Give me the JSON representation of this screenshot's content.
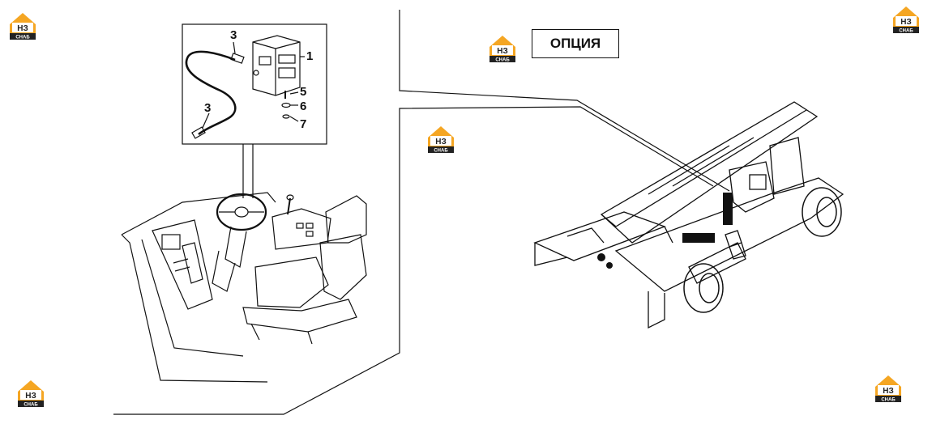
{
  "option_label": "ОПЦИЯ",
  "logo": {
    "top_text": "НЗ",
    "bottom_text": "СНАБ",
    "accent_color": "#f5a623",
    "dark_color": "#222222"
  },
  "callouts": [
    {
      "id": "c1",
      "label": "1"
    },
    {
      "id": "c3a",
      "label": "3"
    },
    {
      "id": "c3b",
      "label": "3"
    },
    {
      "id": "c5",
      "label": "5"
    },
    {
      "id": "c6",
      "label": "6"
    },
    {
      "id": "c7",
      "label": "7"
    }
  ],
  "icons": [
    "logo-icon",
    "display-unit",
    "cable",
    "steering-wheel",
    "operator-seat",
    "reach-stacker"
  ]
}
